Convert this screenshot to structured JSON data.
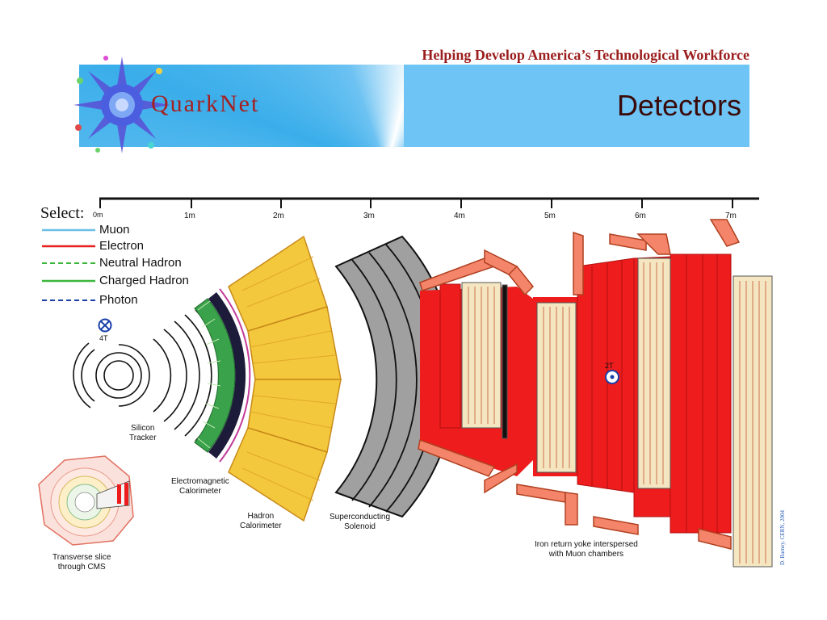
{
  "header": {
    "tagline": "Helping Develop America’s Technological Workforce",
    "logo_text": "QuarkNet",
    "slide_title": "Detectors"
  },
  "legend": {
    "select_label": "Select:",
    "items": [
      {
        "label": "Muon",
        "color": "#6bbfe6",
        "style": "solid"
      },
      {
        "label": "Electron",
        "color": "#e82020",
        "style": "solid"
      },
      {
        "label": "Neutral Hadron",
        "color": "#3bb63b",
        "style": "dashed"
      },
      {
        "label": "Charged Hadron",
        "color": "#3bb63b",
        "style": "solid"
      },
      {
        "label": "Photon",
        "color": "#1a3fa8",
        "style": "dashed"
      }
    ]
  },
  "scale": {
    "ticks": [
      "0m",
      "1m",
      "2m",
      "3m",
      "4m",
      "5m",
      "6m",
      "7m"
    ]
  },
  "fields": {
    "inner": "4T",
    "outer": "2T"
  },
  "labels": {
    "tracker": "Silicon\nTracker",
    "ecal": "Electromagnetic\nCalorimeter",
    "hcal": "Hadron\nCalorimeter",
    "solenoid": "Superconducting\nSolenoid",
    "yoke": "Iron return yoke interspersed\nwith Muon chambers",
    "slice": "Transverse slice\nthrough CMS",
    "credit": "D. Barney, CERN, 2004"
  },
  "colors": {
    "iron": "#ee1c1c",
    "iron_dark": "#b01010",
    "yoke_bar": "#f4856a",
    "hcal": "#f4c83c",
    "ecal": "#3aa24a",
    "solenoid": "#a0a0a0",
    "chamber": "#f4e6c0"
  }
}
